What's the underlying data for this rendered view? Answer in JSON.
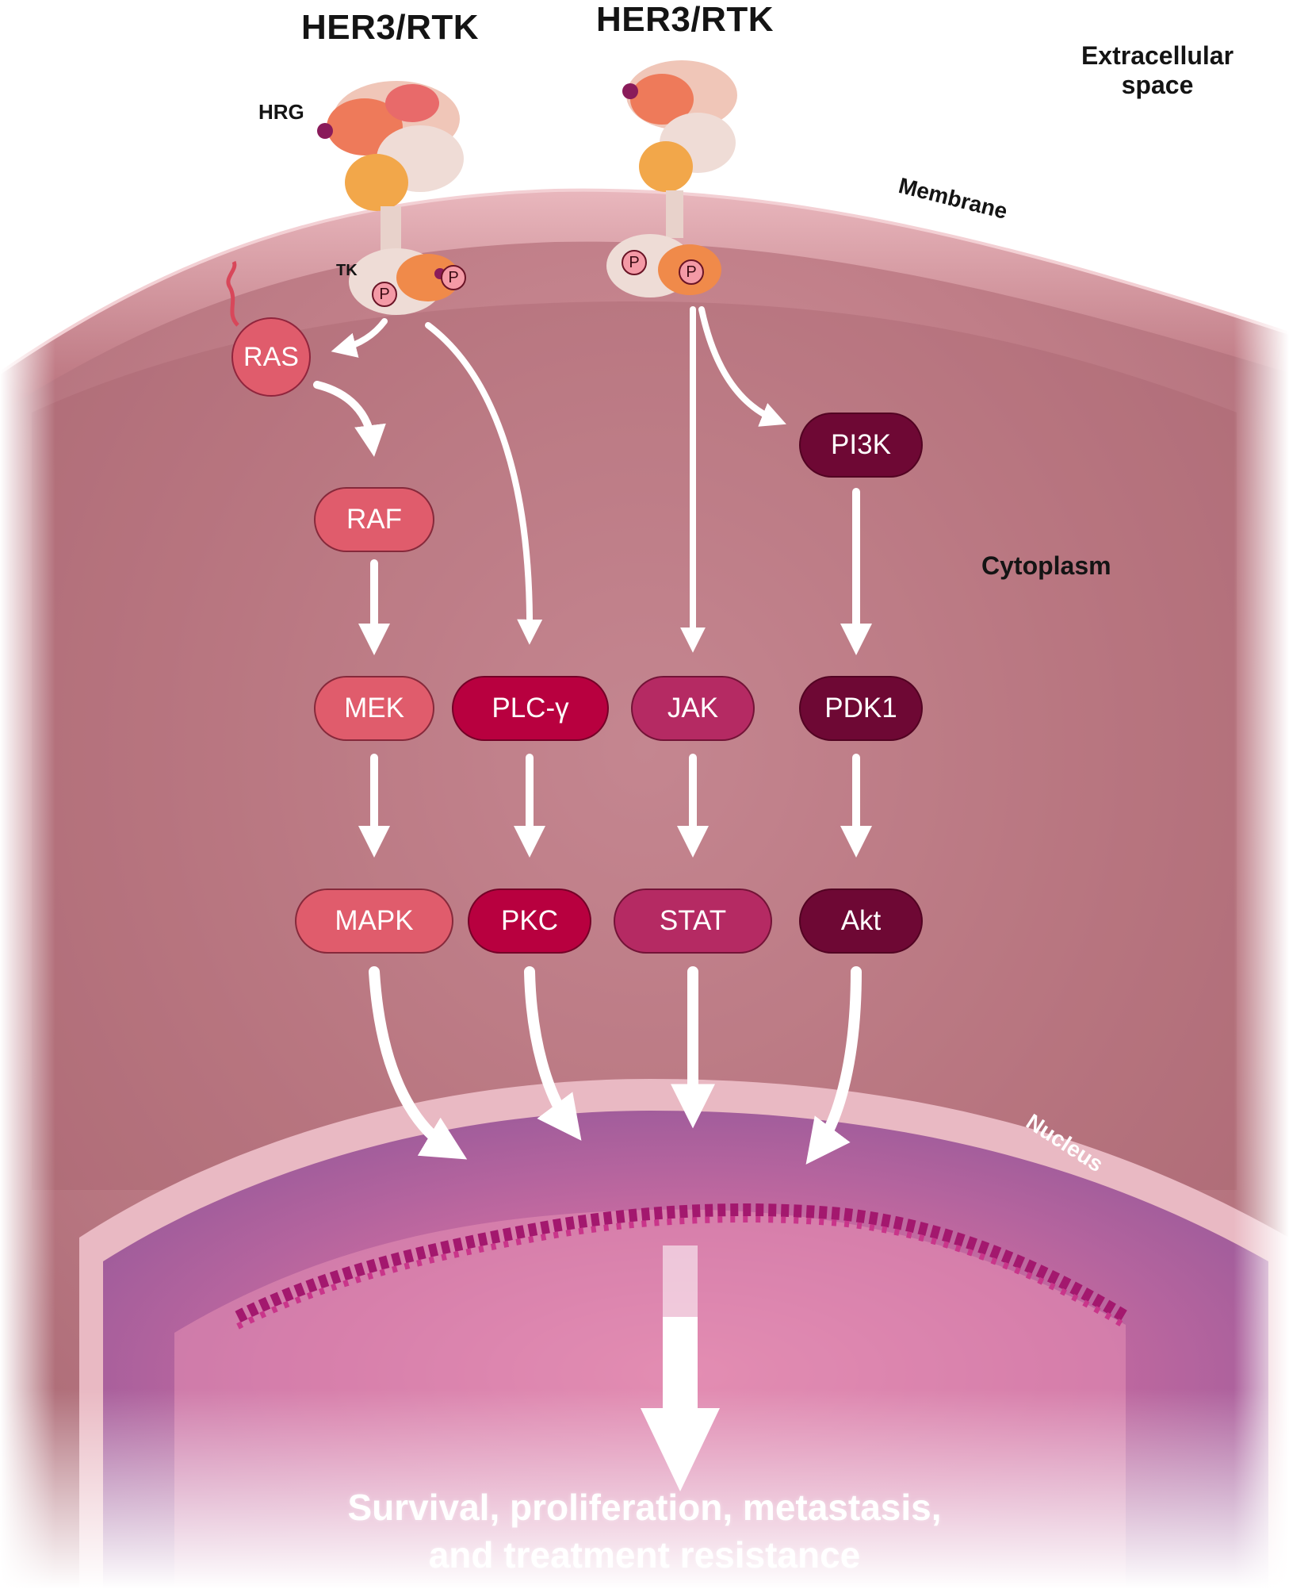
{
  "receptors": [
    {
      "title": "HER3/RTK",
      "ligand_label": "HRG",
      "kinase_label": "TK",
      "phospho": [
        "P",
        "P"
      ]
    },
    {
      "title": "HER3/RTK",
      "phospho": [
        "P",
        "P"
      ]
    }
  ],
  "regions": {
    "extracellular": [
      "Extracellular",
      "space"
    ],
    "membrane": "Membrane",
    "cytoplasm": "Cytoplasm",
    "nucleus": "Nucleus"
  },
  "nodes": {
    "ras": "RAS",
    "raf": "RAF",
    "mek": "MEK",
    "mapk": "MAPK",
    "plcg": "PLC-γ",
    "pkc": "PKC",
    "jak": "JAK",
    "stat": "STAT",
    "pi3k": "PI3K",
    "pdk1": "PDK1",
    "akt": "Akt"
  },
  "outcome": [
    "Survival, proliferation, metastasis,",
    "and treatment resistance"
  ],
  "colors": {
    "mapk_pathway": "#e05c6c",
    "plc_pathway": "#b8003f",
    "jak_pathway": "#b52a63",
    "pi3k_pathway": "#6e0834",
    "cytoplasm": "#c98a92",
    "nucleus": "#b0558c",
    "dna": "#a3186e"
  }
}
